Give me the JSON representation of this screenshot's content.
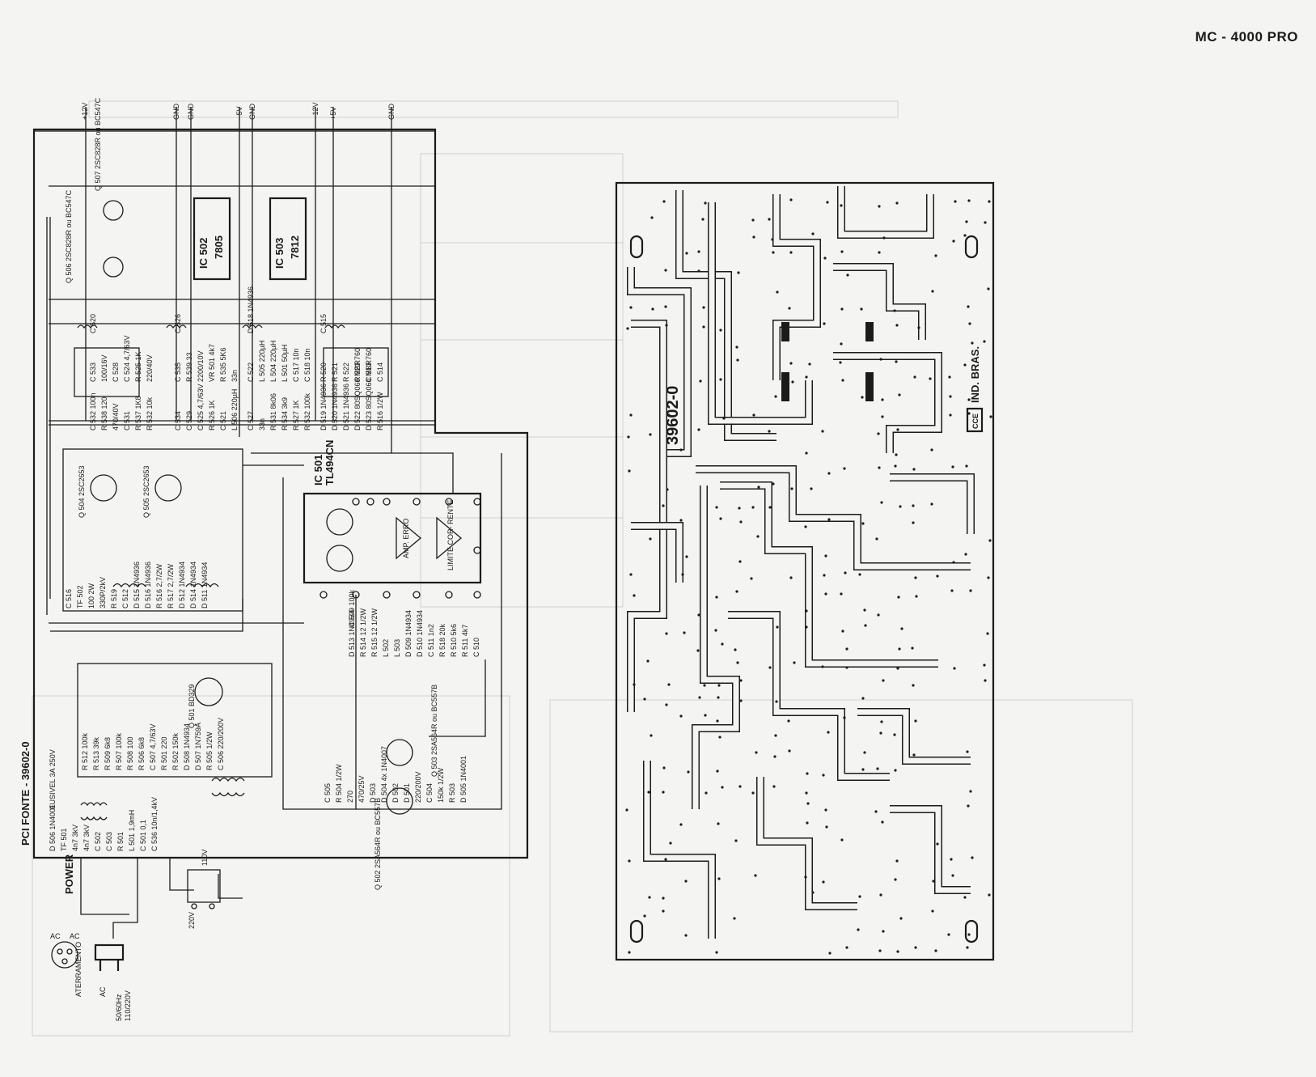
{
  "page": {
    "title": "MC - 4000 PRO"
  },
  "schematic": {
    "rails": [
      "+12V",
      "GND",
      "GND",
      "- 5V",
      "GND",
      "- 12V",
      "+5V",
      "GND"
    ],
    "ics": [
      {
        "ref": "IC 502",
        "part": "7805"
      },
      {
        "ref": "IC 503",
        "part": "7812"
      },
      {
        "ref": "IC 501",
        "part": "TL494CN"
      }
    ],
    "ic_blocks": [
      "AMP. ERRO",
      "LIMITE COR- RENTE"
    ],
    "transistors": [
      "Q 507 2SC828R ou BC547C",
      "Q 506 2SC828R ou BC547C",
      "Q 504 2SC2653",
      "Q 505 2SC2653",
      "Q 501 BD329",
      "Q 503 2SA564R ou BC557B",
      "Q 502 2SA564R ou BC557B"
    ],
    "components": [
      "C 532 100n",
      "R 538 120",
      "470/40V",
      "C 531",
      "R 537 1K8",
      "R 532 10k",
      "C 533",
      "100/16V",
      "C 528",
      "C 524 4,7/63V",
      "R 525 1K",
      "220/40V",
      "C 520",
      "C 534",
      "C 529",
      "C 525 4,7/63V",
      "R 526 1K",
      "C 521",
      "L 506 220µH",
      "C 535",
      "R 539 33",
      "2200/10V",
      "VR 501 4k7",
      "R 535 5K6",
      "33n",
      "C 526",
      "C 527",
      "33n",
      "R 531 8k06",
      "R 534 3k9",
      "R 527 1K",
      "R 532 100k",
      "C 522",
      "L 505 220µH",
      "L 504 220µH",
      "L 501 50µH",
      "C 517 10n",
      "C 518 10n",
      "D 518 1N4936",
      "D 519 1N4936",
      "D 520 1N4936",
      "D 521 1N4936",
      "D 522 80SQ060 MBR760",
      "D 523 80SQ060 MBR760",
      "R 516 1/2W",
      "R 520",
      "R 521",
      "R 522",
      "R 523",
      "C 513",
      "C 514",
      "C 515",
      "C 516",
      "TF 502",
      "100 2W",
      "330P/2kV",
      "R 519",
      "C 512",
      "D 515 1N4936",
      "D 516 1N4936",
      "R 516 2,7/2W",
      "R 517 2,7/2W",
      "D 512 1N4934",
      "D 514 1N4934",
      "D 511 1N4934",
      "D 513 1N4934",
      "R 514 12 1/2W",
      "R 515 12 1/2W",
      "L 502",
      "L 503",
      "D 509 1N4934",
      "D 510 1N4934",
      "C 511 1n2",
      "R 518 20k",
      "R 510 5k6",
      "R 511 4k7",
      "C 510",
      "C 509 100k",
      "R 512 100k",
      "R 513 39k",
      "R 509 6k8",
      "R 507 100k",
      "R 508 100",
      "R 506 6k8",
      "C 507 4,7/63V",
      "R 501 220",
      "R 502 150k",
      "D 508 1N4934",
      "D 507 1N759A",
      "R 505 1/2W",
      "C 506 220/200V",
      "C 505",
      "R 504 1/2W",
      "270",
      "470/25V",
      "D 503",
      "D 504 4x 1N4007",
      "D 502",
      "D 501",
      "220/200V",
      "C 504",
      "150k 1/2W",
      "R 503",
      "D 505 1N4001",
      "D 506 1N4001",
      "TF 501",
      "4n7 3kV",
      "4n7 3kV",
      "C 502",
      "C 503",
      "R 501",
      "L 501 1,9mH",
      "C 501 0,1",
      "C 536 10n/1,4kV",
      "FUSIVEL 3A 250V"
    ],
    "board_label": "PCI FONTE - 39602-0",
    "switch_label": "POWER",
    "voltage_select": [
      "110V",
      "220V"
    ],
    "ac_input": [
      "AC",
      "50/60Hz",
      "110/220V",
      "ATERRAMENTO",
      "AC",
      "AC"
    ]
  },
  "pcb": {
    "code": "39602-0",
    "brand": "CCE",
    "origin": "IND. BRAS."
  }
}
